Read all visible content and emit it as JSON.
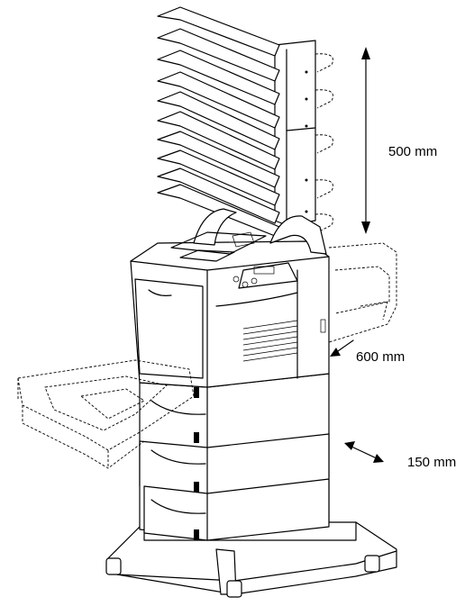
{
  "labels": {
    "height_dimension": "500 mm",
    "depth_dimension": "600 mm",
    "side_dimension": "150 mm"
  },
  "icons": [
    "double-arrow-icon"
  ]
}
